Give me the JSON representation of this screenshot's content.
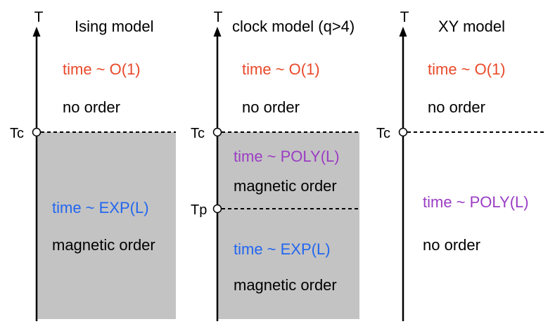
{
  "colors": {
    "shade": "#c3c3c3",
    "line": "#000000",
    "red": "#e8492a",
    "purple": "#9b3dc3",
    "blue": "#2266f0",
    "text": "#000000"
  },
  "panels": [
    {
      "axis_label": "T",
      "title": "Ising model",
      "tc_label": "Tc",
      "upper_time": "time ~ O(1)",
      "upper_order": "no order",
      "lower_time": "time ~ EXP(L)",
      "lower_order": "magnetic order"
    },
    {
      "axis_label": "T",
      "title": "clock model (q>4)",
      "tc_label": "Tc",
      "tp_label": "Tp",
      "upper_time": "time ~ O(1)",
      "upper_order": "no order",
      "mid_time": "time ~ POLY(L)",
      "mid_order": "magnetic order",
      "lower_time": "time ~ EXP(L)",
      "lower_order": "magnetic order"
    },
    {
      "axis_label": "T",
      "title": "XY model",
      "tc_label": "Tc",
      "upper_time": "time ~ O(1)",
      "upper_order": "no order",
      "lower_time": "time ~ POLY(L)",
      "lower_order": "no order"
    }
  ]
}
